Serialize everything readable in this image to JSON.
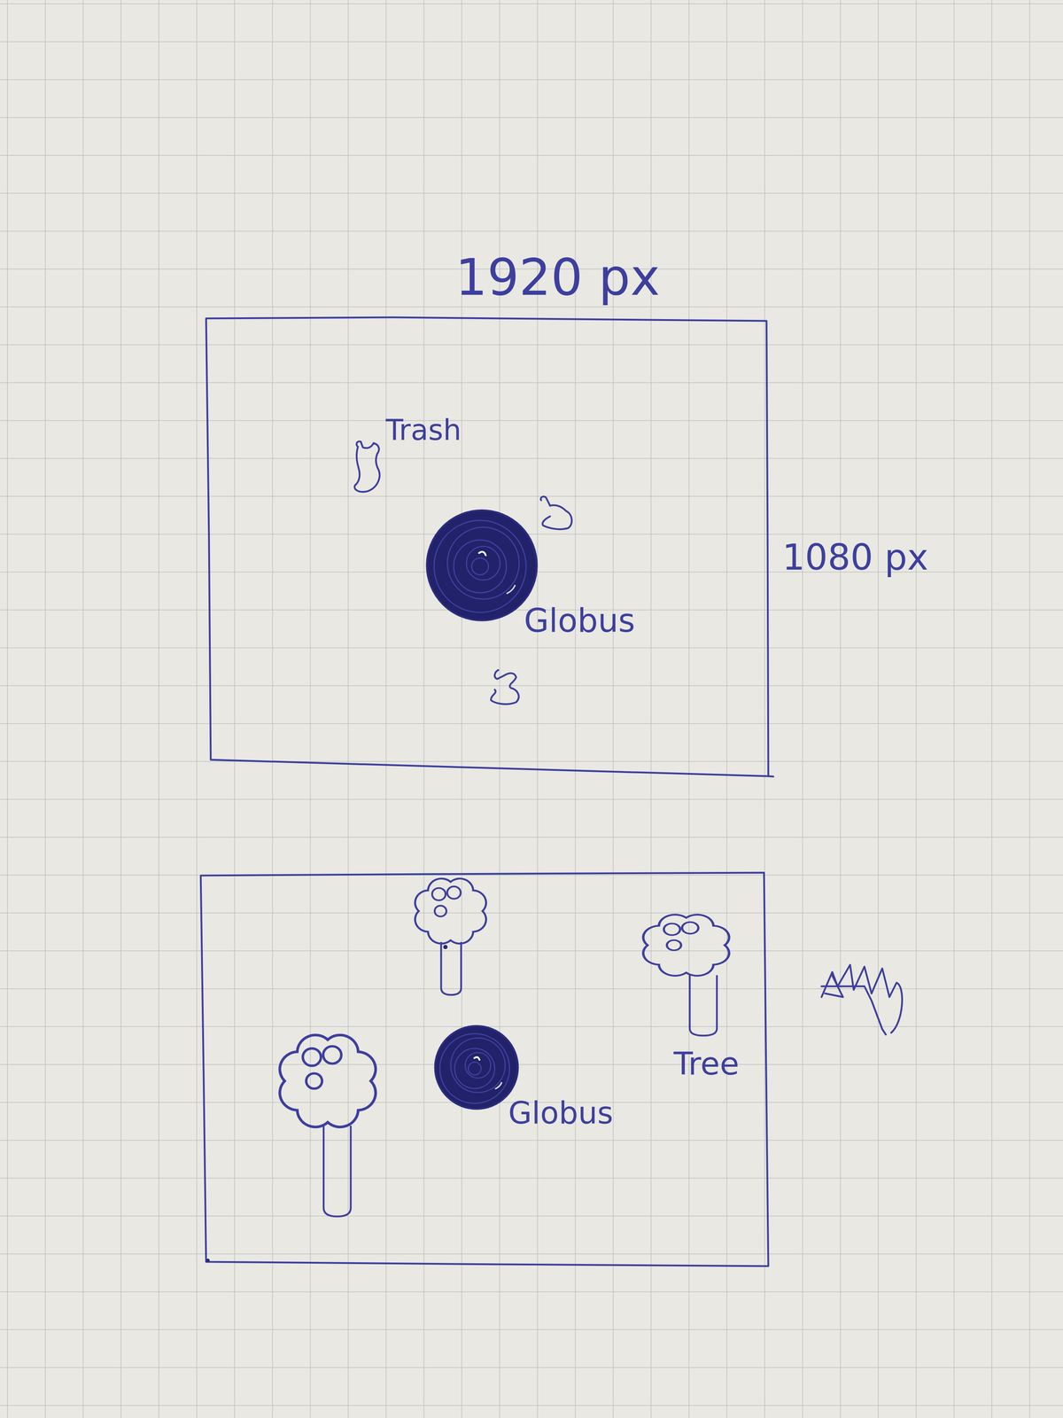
{
  "diagram": {
    "nodes": [
      {
        "text": [
          "Trash"
        ]
      },
      {
        "text": [
          "Globus"
        ]
      },
      {
        "text": [
          "Globus"
        ]
      },
      {
        "text": [
          "Tree"
        ]
      }
    ],
    "labels": [
      "1920 px",
      "1080 px"
    ]
  }
}
